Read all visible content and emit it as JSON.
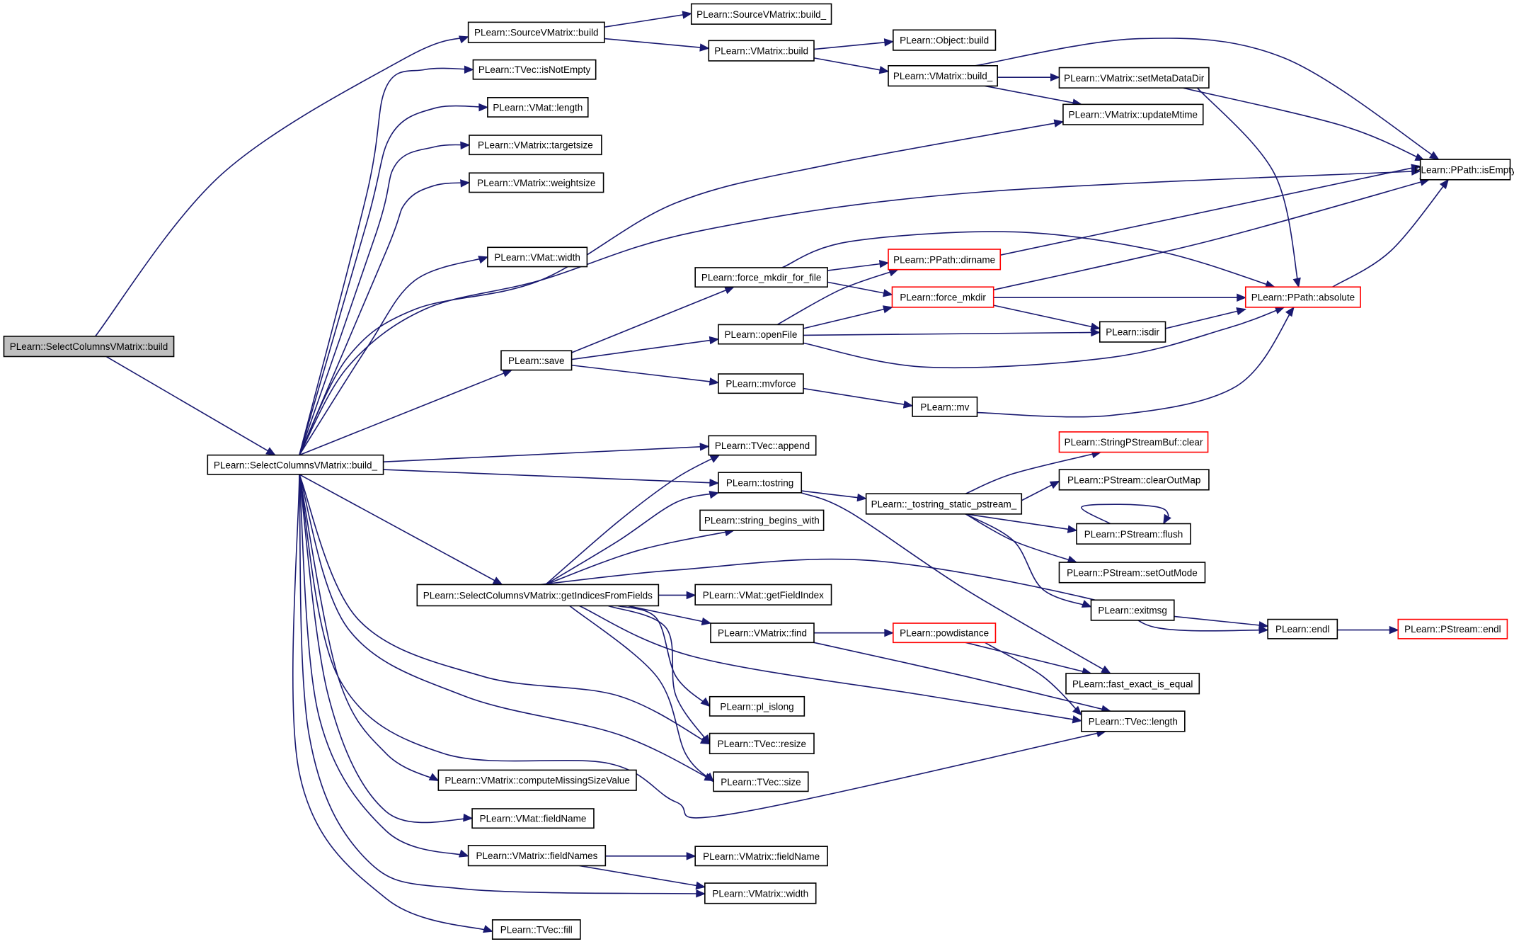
{
  "nodes": [
    {
      "id": "n0",
      "label": "PLearn::SelectColumnsVMatrix::build",
      "style": "root"
    },
    {
      "id": "n1",
      "label": "PLearn::SourceVMatrix::build"
    },
    {
      "id": "n2",
      "label": "PLearn::SelectColumnsVMatrix::build_"
    },
    {
      "id": "n3",
      "label": "PLearn::SourceVMatrix::build_"
    },
    {
      "id": "n4",
      "label": "PLearn::VMatrix::build"
    },
    {
      "id": "n5",
      "label": "PLearn::Object::build"
    },
    {
      "id": "n6",
      "label": "PLearn::VMatrix::build_"
    },
    {
      "id": "n7",
      "label": "PLearn::VMatrix::setMetaDataDir"
    },
    {
      "id": "n8",
      "label": "PLearn::VMatrix::updateMtime"
    },
    {
      "id": "n9",
      "label": "PLearn::PPath::isEmpty"
    },
    {
      "id": "n10",
      "label": "PLearn::PPath::absolute",
      "style": "red"
    },
    {
      "id": "n11",
      "label": "PLearn::TVec::isNotEmpty"
    },
    {
      "id": "n12",
      "label": "PLearn::VMat::length"
    },
    {
      "id": "n13",
      "label": "PLearn::VMatrix::targetsize"
    },
    {
      "id": "n14",
      "label": "PLearn::VMatrix::weightsize"
    },
    {
      "id": "n15",
      "label": "PLearn::VMat::width"
    },
    {
      "id": "n16",
      "label": "PLearn::save"
    },
    {
      "id": "n17",
      "label": "PLearn::force_mkdir_for_file"
    },
    {
      "id": "n18",
      "label": "PLearn::PPath::dirname",
      "style": "red"
    },
    {
      "id": "n19",
      "label": "PLearn::force_mkdir",
      "style": "red"
    },
    {
      "id": "n20",
      "label": "PLearn::openFile"
    },
    {
      "id": "n21",
      "label": "PLearn::isdir"
    },
    {
      "id": "n22",
      "label": "PLearn::mvforce"
    },
    {
      "id": "n23",
      "label": "PLearn::mv"
    },
    {
      "id": "n24",
      "label": "PLearn::TVec::append"
    },
    {
      "id": "n25",
      "label": "PLearn::tostring"
    },
    {
      "id": "n26",
      "label": "PLearn::_tostring_static_pstream_"
    },
    {
      "id": "n27",
      "label": "PLearn::StringPStreamBuf::clear",
      "style": "red"
    },
    {
      "id": "n28",
      "label": "PLearn::PStream::clearOutMap"
    },
    {
      "id": "n29",
      "label": "PLearn::PStream::flush"
    },
    {
      "id": "n30",
      "label": "PLearn::PStream::setOutMode"
    },
    {
      "id": "n31",
      "label": "PLearn::exitmsg"
    },
    {
      "id": "n32",
      "label": "PLearn::endl"
    },
    {
      "id": "n33",
      "label": "PLearn::PStream::endl",
      "style": "red"
    },
    {
      "id": "n34",
      "label": "PLearn::string_begins_with"
    },
    {
      "id": "n35",
      "label": "PLearn::SelectColumnsVMatrix::getIndicesFromFields"
    },
    {
      "id": "n36",
      "label": "PLearn::VMat::getFieldIndex"
    },
    {
      "id": "n37",
      "label": "PLearn::VMatrix::find"
    },
    {
      "id": "n38",
      "label": "PLearn::powdistance",
      "style": "red"
    },
    {
      "id": "n39",
      "label": "PLearn::fast_exact_is_equal"
    },
    {
      "id": "n40",
      "label": "PLearn::TVec::length"
    },
    {
      "id": "n41",
      "label": "PLearn::pl_islong"
    },
    {
      "id": "n42",
      "label": "PLearn::TVec::resize"
    },
    {
      "id": "n43",
      "label": "PLearn::TVec::size"
    },
    {
      "id": "n44",
      "label": "PLearn::VMatrix::computeMissingSizeValue"
    },
    {
      "id": "n45",
      "label": "PLearn::VMat::fieldName"
    },
    {
      "id": "n46",
      "label": "PLearn::VMatrix::fieldNames"
    },
    {
      "id": "n47",
      "label": "PLearn::VMatrix::fieldName"
    },
    {
      "id": "n48",
      "label": "PLearn::VMatrix::width"
    },
    {
      "id": "n49",
      "label": "PLearn::TVec::fill"
    }
  ],
  "edges": [
    [
      "n0",
      "n1"
    ],
    [
      "n0",
      "n2"
    ],
    [
      "n1",
      "n3"
    ],
    [
      "n1",
      "n4"
    ],
    [
      "n4",
      "n5"
    ],
    [
      "n4",
      "n6"
    ],
    [
      "n6",
      "n7"
    ],
    [
      "n6",
      "n8"
    ],
    [
      "n6",
      "n9"
    ],
    [
      "n7",
      "n9"
    ],
    [
      "n7",
      "n10"
    ],
    [
      "n10",
      "n9"
    ],
    [
      "n2",
      "n11"
    ],
    [
      "n2",
      "n12"
    ],
    [
      "n2",
      "n13"
    ],
    [
      "n2",
      "n14"
    ],
    [
      "n2",
      "n15"
    ],
    [
      "n2",
      "n8"
    ],
    [
      "n2",
      "n9"
    ],
    [
      "n2",
      "n16"
    ],
    [
      "n2",
      "n24"
    ],
    [
      "n2",
      "n25"
    ],
    [
      "n2",
      "n35"
    ],
    [
      "n2",
      "n42"
    ],
    [
      "n2",
      "n43"
    ],
    [
      "n2",
      "n40"
    ],
    [
      "n2",
      "n44"
    ],
    [
      "n2",
      "n45"
    ],
    [
      "n2",
      "n46"
    ],
    [
      "n2",
      "n48"
    ],
    [
      "n2",
      "n49"
    ],
    [
      "n16",
      "n17"
    ],
    [
      "n16",
      "n20"
    ],
    [
      "n16",
      "n22"
    ],
    [
      "n17",
      "n18"
    ],
    [
      "n17",
      "n19"
    ],
    [
      "n17",
      "n10"
    ],
    [
      "n18",
      "n9"
    ],
    [
      "n19",
      "n9"
    ],
    [
      "n19",
      "n10"
    ],
    [
      "n19",
      "n21"
    ],
    [
      "n20",
      "n19"
    ],
    [
      "n20",
      "n18"
    ],
    [
      "n20",
      "n21"
    ],
    [
      "n20",
      "n10"
    ],
    [
      "n21",
      "n10"
    ],
    [
      "n22",
      "n23"
    ],
    [
      "n23",
      "n10"
    ],
    [
      "n25",
      "n26"
    ],
    [
      "n25",
      "n39"
    ],
    [
      "n26",
      "n27"
    ],
    [
      "n26",
      "n28"
    ],
    [
      "n26",
      "n29"
    ],
    [
      "n26",
      "n30"
    ],
    [
      "n26",
      "n31"
    ],
    [
      "n29",
      "n29"
    ],
    [
      "n31",
      "n32"
    ],
    [
      "n32",
      "n33"
    ],
    [
      "n35",
      "n24"
    ],
    [
      "n35",
      "n25"
    ],
    [
      "n35",
      "n34"
    ],
    [
      "n35",
      "n36"
    ],
    [
      "n35",
      "n37"
    ],
    [
      "n35",
      "n41"
    ],
    [
      "n35",
      "n42"
    ],
    [
      "n35",
      "n43"
    ],
    [
      "n35",
      "n40"
    ],
    [
      "n35",
      "n32"
    ],
    [
      "n37",
      "n38"
    ],
    [
      "n37",
      "n40"
    ],
    [
      "n38",
      "n39"
    ],
    [
      "n38",
      "n40"
    ],
    [
      "n46",
      "n47"
    ],
    [
      "n46",
      "n48"
    ]
  ]
}
